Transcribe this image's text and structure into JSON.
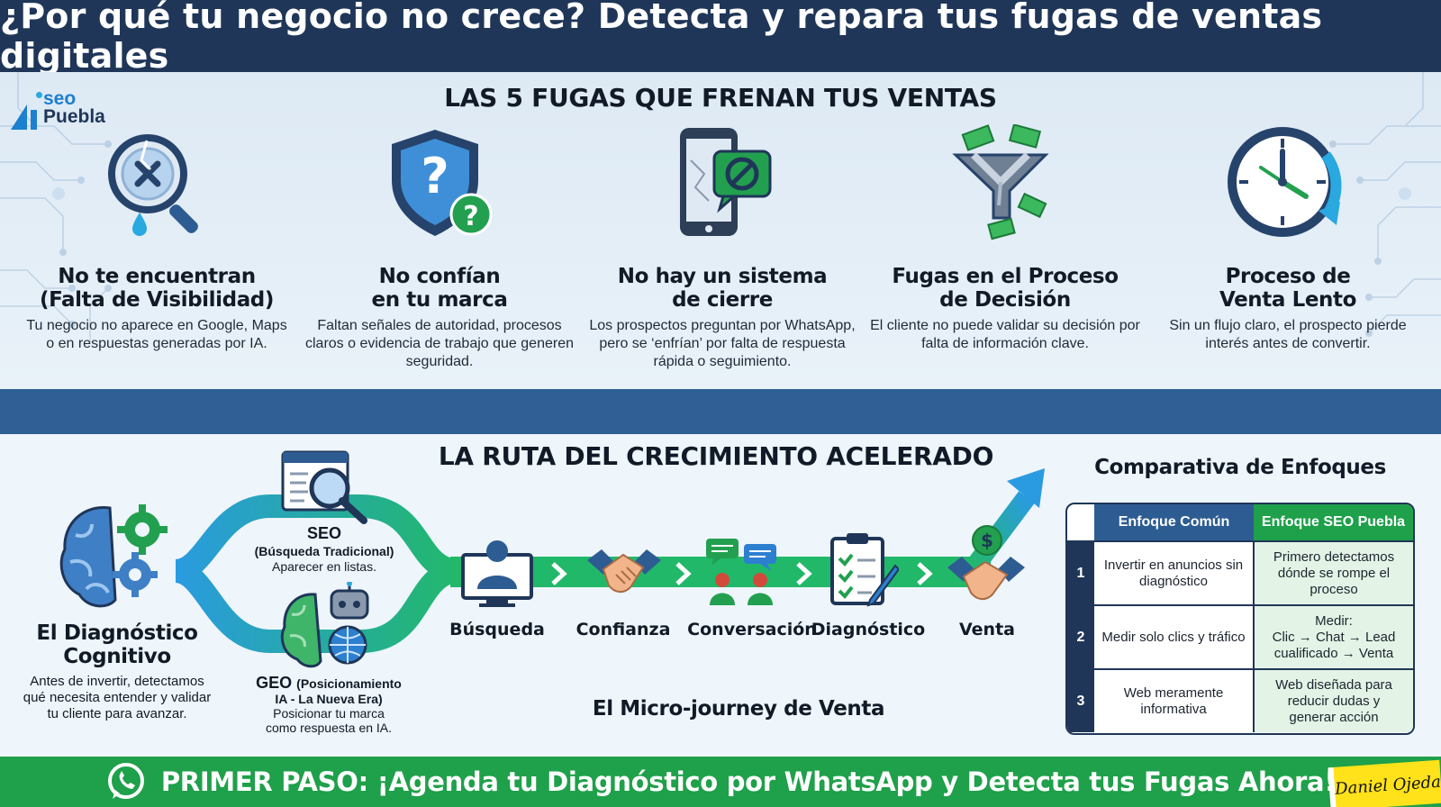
{
  "header": {
    "title": "¿Por qué tu negocio no crece? Detecta y repara tus fugas de ventas digitales"
  },
  "logo": {
    "line1": "seo",
    "line2": "Puebla"
  },
  "leaks": {
    "title": "LAS 5 FUGAS QUE FRENAN TUS VENTAS",
    "items": [
      {
        "title_l1": "No te encuentran",
        "title_l2": "(Falta de Visibilidad)",
        "desc": "Tu negocio no aparece en Google, Maps o en respuestas generadas por IA.",
        "icon": "magnifier-broken-icon"
      },
      {
        "title_l1": "No confían",
        "title_l2": "en tu marca",
        "desc": "Faltan señales de autoridad, procesos claros o evidencia de trabajo que generen seguridad.",
        "icon": "shield-question-icon"
      },
      {
        "title_l1": "No hay un sistema",
        "title_l2": "de cierre",
        "desc": "Los prospectos preguntan por WhatsApp, pero se ‘enfrían’ por falta de respuesta rápida o seguimiento.",
        "icon": "phone-blocked-chat-icon"
      },
      {
        "title_l1": "Fugas en el Proceso",
        "title_l2": "de Decisión",
        "desc": "El cliente no puede validar su decisión por falta de información clave.",
        "icon": "leaking-funnel-money-icon"
      },
      {
        "title_l1": "Proceso de",
        "title_l2": "Venta Lento",
        "desc": "Sin un flujo claro, el prospecto pierde interés antes de convertir.",
        "icon": "clock-arrow-icon"
      }
    ]
  },
  "route": {
    "title": "LA RUTA DEL CRECIMIENTO ACELERADO",
    "diagnostic": {
      "title_l1": "El Diagnóstico",
      "title_l2": "Cognitivo",
      "desc_l1": "Antes de invertir, detectamos",
      "desc_l2": "qué necesita entender y validar",
      "desc_l3": "tu cliente para avanzar."
    },
    "seo": {
      "title": "SEO",
      "sub": "(Búsqueda Tradicional)",
      "desc": "Aparecer en listas."
    },
    "geo": {
      "title": "GEO",
      "title_paren": "(Posicionamiento",
      "sub": "IA - La Nueva Era)",
      "desc_l1": "Posicionar tu marca",
      "desc_l2": "como respuesta en IA."
    },
    "steps": [
      {
        "label": "Búsqueda",
        "icon": "person-monitor-icon"
      },
      {
        "label": "Confianza",
        "icon": "handshake-icon"
      },
      {
        "label": "Conversación",
        "icon": "people-chat-icon"
      },
      {
        "label": "Diagnóstico",
        "icon": "clipboard-check-icon"
      },
      {
        "label": "Venta",
        "icon": "handshake-dollar-icon"
      }
    ],
    "journey_label": "El Micro-journey de Venta"
  },
  "comparison": {
    "title": "Comparativa de Enfoques",
    "col1": "Enfoque Común",
    "col2": "Enfoque SEO Puebla",
    "rows": [
      {
        "n": "1",
        "common": "Invertir en anuncios sin diagnóstico",
        "seo_l1": "Primero detectamos",
        "seo_l2": "dónde se rompe el",
        "seo_l3": "proceso"
      },
      {
        "n": "2",
        "common": "Medir solo clics y tráfico",
        "seo_l1": "Medir:",
        "seo_l2": "Clic → Chat → Lead",
        "seo_l3": "cualificado → Venta"
      },
      {
        "n": "3",
        "common": "Web meramente informativa",
        "seo_l1": "Web diseñada para",
        "seo_l2": "reducir dudas y",
        "seo_l3": "generar acción"
      }
    ]
  },
  "cta": {
    "text": "PRIMER PASO: ¡Agenda tu Diagnóstico por WhatsApp y Detecta tus Fugas Ahora!",
    "icon": "whatsapp-icon"
  },
  "signature": {
    "text": "Daniel Ojeda"
  },
  "colors": {
    "navy": "#1f3658",
    "blue": "#2d5c92",
    "green": "#1fa04a",
    "light": "#e6f0f8"
  }
}
